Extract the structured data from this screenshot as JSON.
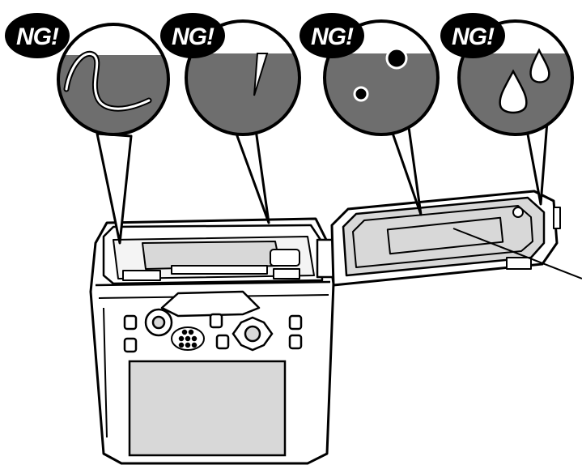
{
  "badges": [
    {
      "label": "NG!"
    },
    {
      "label": "NG!"
    },
    {
      "label": "NG!"
    },
    {
      "label": "NG!"
    }
  ],
  "colors": {
    "outline": "#000000",
    "dark_fill": "#6e6e6e",
    "light_fill": "#d8d8d8",
    "paper": "#ffffff"
  },
  "icons": [
    "hair-icon",
    "scratch-icon",
    "particle-icon",
    "water-droplet-icon"
  ]
}
